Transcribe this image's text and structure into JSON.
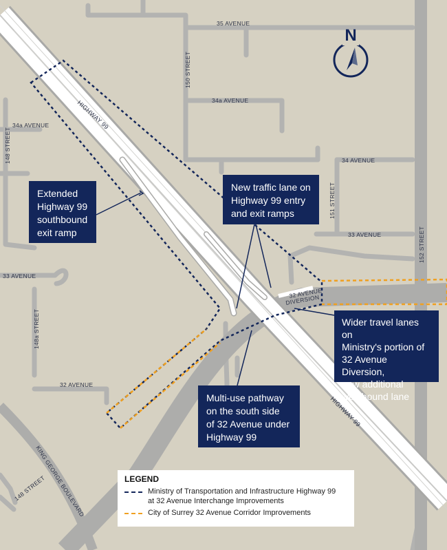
{
  "colors": {
    "land": "#d6d1c2",
    "road": "#b3b3b1",
    "arterial": "#adadab",
    "highway_fill": "#ffffff",
    "highway_edge": "#a9a9a7",
    "callout_bg": "#13265a",
    "ministry_line": "#13265a",
    "surrey_line": "#f0a020",
    "road_label": "#2d3347"
  },
  "north_arrow": {
    "letter": "N",
    "icon": "compass-north-arrow-icon"
  },
  "road_labels": {
    "ave35": "35 AVENUE",
    "st150": "150 STREET",
    "ave34a_east": "34a AVENUE",
    "ave34a_west": "34a AVENUE",
    "st148": "148 STREET",
    "highway99_north": "HIGHWAY 99",
    "ave34": "34 AVENUE",
    "st151": "151 STREET",
    "ave33_east": "33 AVENUE",
    "st152": "152 STREET",
    "ave33_west": "33 AVENUE",
    "ave32_diversion_line1": "32 AVENUE",
    "ave32_diversion_line2": "DIVERSION",
    "st148a": "148a STREET",
    "ave32": "32 AVENUE",
    "highway99_south": "HIGHWAY 99",
    "king_george": "KING GEORGE BOULEVARD",
    "st148_south": "148 STREET"
  },
  "callouts": {
    "extended_ramp": [
      "Extended",
      "Highway 99",
      "southbound",
      "exit ramp"
    ],
    "new_lane": [
      "New traffic lane on",
      "Highway 99 entry",
      "and exit ramps"
    ],
    "wider_lanes": [
      "Wider travel lanes on",
      "Ministry's portion of",
      "32 Avenue Diversion,",
      "new additional",
      "westbound lane"
    ],
    "pathway": [
      "Multi-use pathway",
      "on the south side",
      "of 32 Avenue under",
      "Highway 99"
    ]
  },
  "legend": {
    "title": "LEGEND",
    "ministry_line1": "Ministry of Transportation and Infrastructure Highway 99",
    "ministry_line2": "at 32 Avenue Interchange Improvements",
    "surrey": "City of Surrey 32 Avenue Corridor Improvements"
  }
}
